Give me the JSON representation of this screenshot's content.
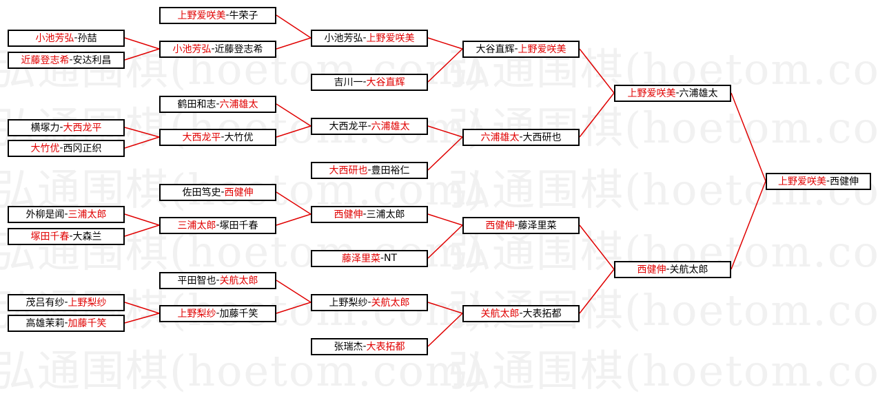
{
  "watermark_text": "弘通围棋(hoetom.com)",
  "colors": {
    "winner": "#e00000",
    "line": "#e00000",
    "border": "#000000"
  },
  "round1": [
    {
      "a": "小池芳弘",
      "b": "孙喆",
      "winner": "a"
    },
    {
      "a": "近藤登志希",
      "b": "安达利昌",
      "winner": "a"
    },
    {
      "a": "横塚力",
      "b": "大西龙平",
      "winner": "b"
    },
    {
      "a": "大竹优",
      "b": "西冈正织",
      "winner": "a"
    },
    {
      "a": "外柳是闻",
      "b": "三浦太郎",
      "winner": "b"
    },
    {
      "a": "塚田千春",
      "b": "大森兰",
      "winner": "a"
    },
    {
      "a": "茂吕有纱",
      "b": "上野梨纱",
      "winner": "b"
    },
    {
      "a": "高雄茉莉",
      "b": "加藤千笑",
      "winner": "b"
    }
  ],
  "round2": [
    {
      "a": "上野爱咲美",
      "b": "牛荣子",
      "winner": "a"
    },
    {
      "a": "小池芳弘",
      "b": "近藤登志希",
      "winner": "a"
    },
    {
      "a": "鹤田和志",
      "b": "六浦雄太",
      "winner": "b"
    },
    {
      "a": "大西龙平",
      "b": "大竹优",
      "winner": "a"
    },
    {
      "a": "佐田笃史",
      "b": "西健伸",
      "winner": "b"
    },
    {
      "a": "三浦太郎",
      "b": "塚田千春",
      "winner": "a"
    },
    {
      "a": "平田智也",
      "b": "关航太郎",
      "winner": "b"
    },
    {
      "a": "上野梨纱",
      "b": "加藤千笑",
      "winner": "a"
    }
  ],
  "round3": [
    {
      "a": "小池芳弘",
      "b": "上野爱咲美",
      "winner": "b"
    },
    {
      "a": "吉川一",
      "b": "大谷直辉",
      "winner": "b"
    },
    {
      "a": "大西龙平",
      "b": "六浦雄太",
      "winner": "b"
    },
    {
      "a": "大西研也",
      "b": "豊田裕仁",
      "winner": "a"
    },
    {
      "a": "西健伸",
      "b": "三浦太郎",
      "winner": "a"
    },
    {
      "a": "藤泽里菜",
      "b": "NT",
      "winner": "a"
    },
    {
      "a": "上野梨纱",
      "b": "关航太郎",
      "winner": "b"
    },
    {
      "a": "张瑞杰",
      "b": "大表拓都",
      "winner": "b"
    }
  ],
  "round4": [
    {
      "a": "大谷直辉",
      "b": "上野爱咲美",
      "winner": "b"
    },
    {
      "a": "六浦雄太",
      "b": "大西研也",
      "winner": "a"
    },
    {
      "a": "西健伸",
      "b": "藤泽里菜",
      "winner": "a"
    },
    {
      "a": "关航太郎",
      "b": "大表拓都",
      "winner": "a"
    }
  ],
  "round5": [
    {
      "a": "上野爱咲美",
      "b": "六浦雄太",
      "winner": "a"
    },
    {
      "a": "西健伸",
      "b": "关航太郎",
      "winner": "a"
    }
  ],
  "final": [
    {
      "a": "上野爱咲美",
      "b": "西健伸",
      "winner": "a"
    }
  ]
}
